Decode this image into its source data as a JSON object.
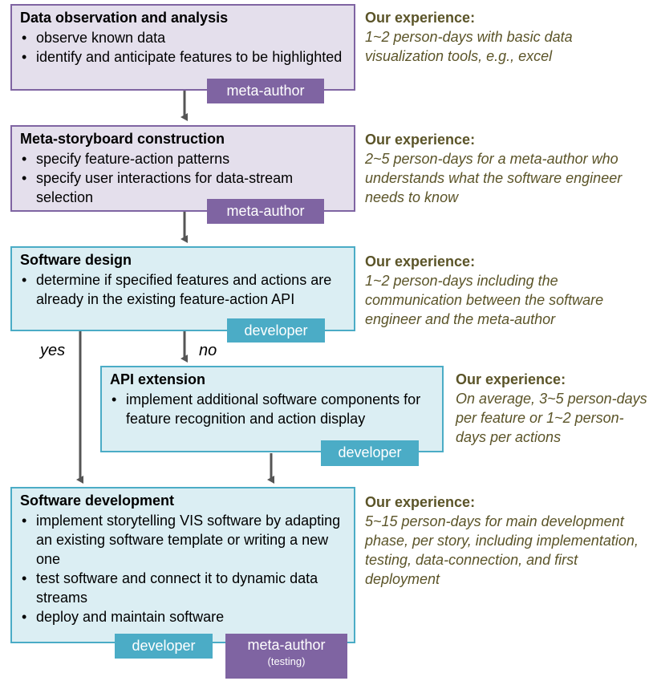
{
  "colors": {
    "purple_fill": "#e4dfec",
    "purple_border": "#7f64a2",
    "blue_fill": "#dbeef3",
    "blue_border": "#4bacc6",
    "experience_text": "#5b5428",
    "arrow": "#555555"
  },
  "steps": [
    {
      "title": "Data observation and analysis",
      "bullets": [
        "observe known data",
        "identify and anticipate features to be highlighted"
      ],
      "badges": [
        "meta-author"
      ],
      "experience_head": "Our experience:",
      "experience_body": "1~2 person-days with basic data visualization tools, e.g., excel"
    },
    {
      "title": "Meta-storyboard construction",
      "bullets": [
        "specify feature-action patterns",
        "specify user interactions for data-stream selection"
      ],
      "badges": [
        "meta-author"
      ],
      "experience_head": "Our experience:",
      "experience_body": "2~5 person-days for a meta-author who understands what the software engineer needs to know"
    },
    {
      "title": "Software design",
      "bullets": [
        "determine if specified features and actions are already in the existing feature-action API"
      ],
      "badges": [
        "developer"
      ],
      "experience_head": "Our experience:",
      "experience_body": "1~2 person-days including the communication between the software engineer and the meta-author"
    },
    {
      "title": "API extension",
      "bullets": [
        "implement additional software components for feature recognition and action display"
      ],
      "badges": [
        "developer"
      ],
      "experience_head": "Our experience:",
      "experience_body": "On average, 3~5 person-days per feature or 1~2 person-days per actions"
    },
    {
      "title": "Software development",
      "bullets": [
        "implement storytelling VIS software by adapting an existing software template or writing a new one",
        "test software and connect it to dynamic data streams",
        "deploy and maintain software"
      ],
      "badges": [
        "developer",
        "meta-author"
      ],
      "badge_sub": "(testing)",
      "experience_head": "Our experience:",
      "experience_body": "5~15 person-days for main development phase, per story, including implementation, testing, data-connection, and first deployment"
    }
  ],
  "branch_labels": {
    "yes": "yes",
    "no": "no"
  }
}
